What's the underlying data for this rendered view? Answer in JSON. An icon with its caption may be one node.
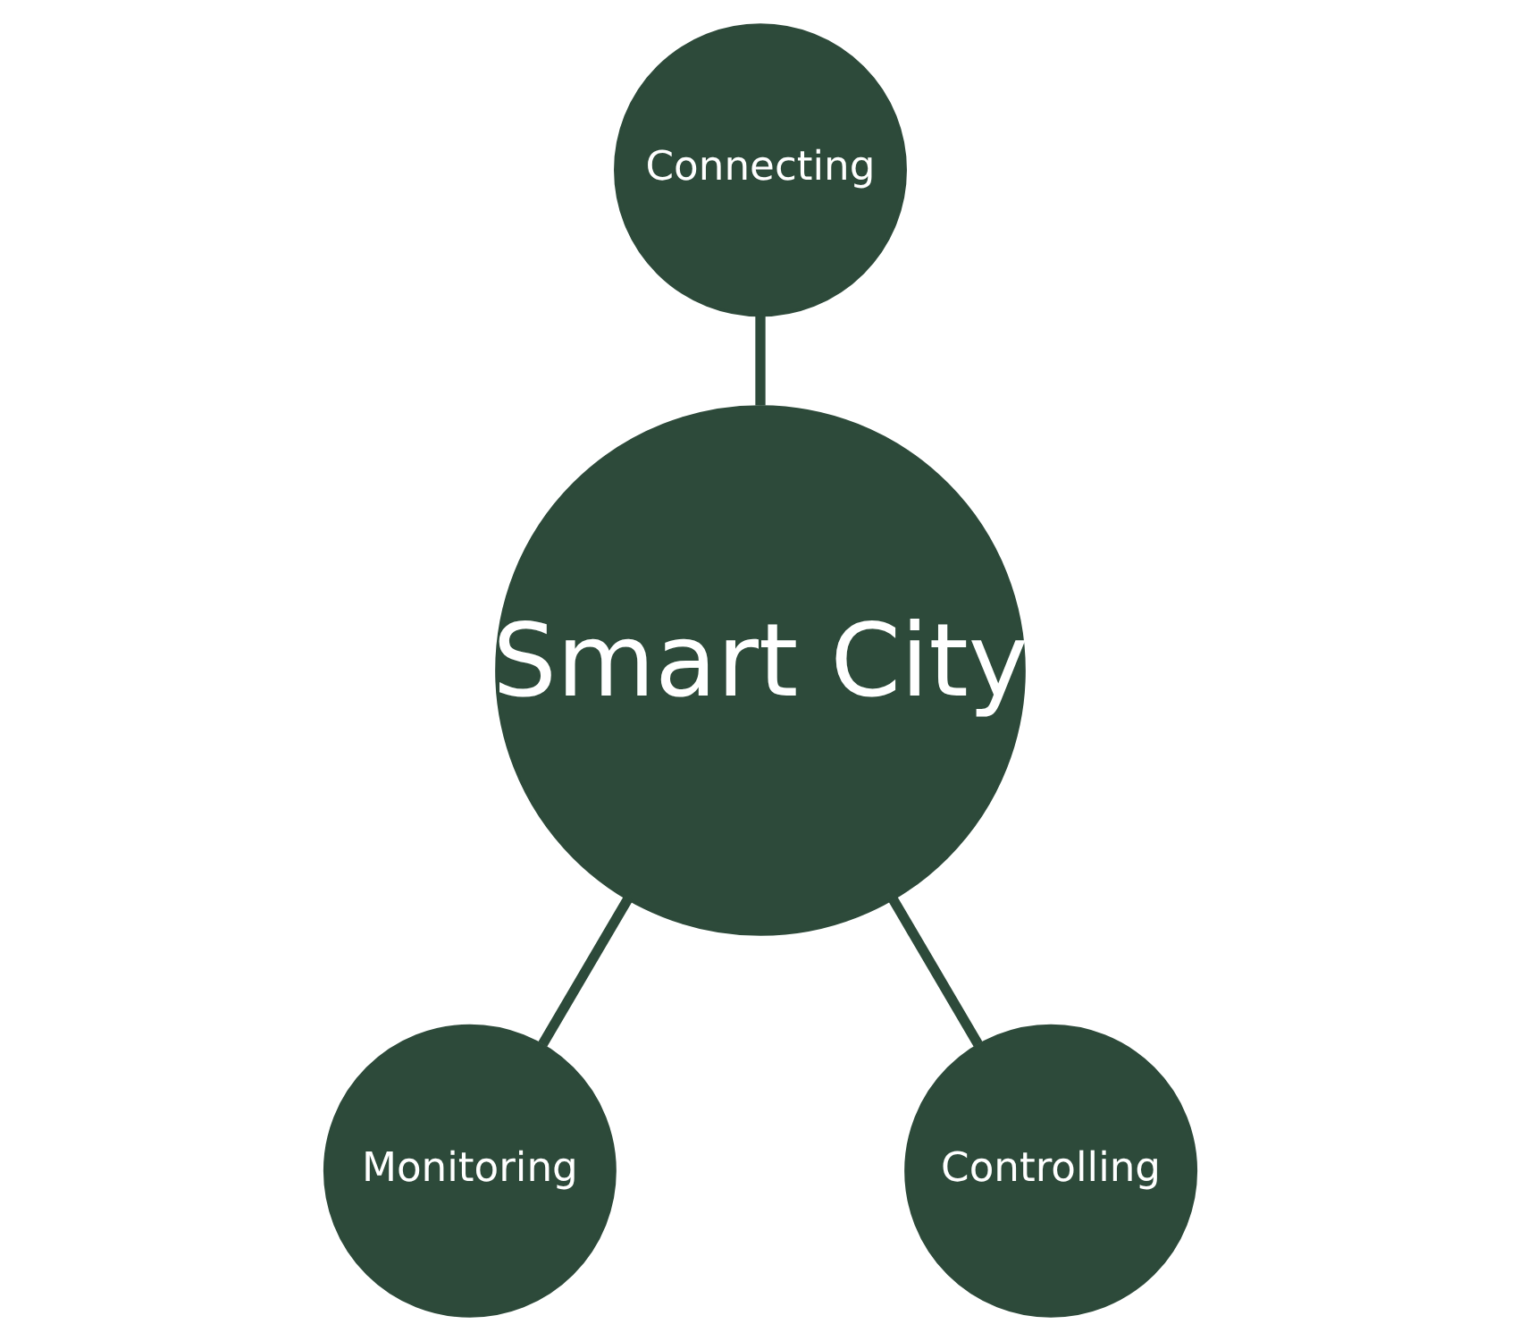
{
  "diagram": {
    "nodes": [
      {
        "text": [
          "Smart City"
        ]
      },
      {
        "text": [
          "Connecting"
        ]
      },
      {
        "text": [
          "Monitoring"
        ]
      },
      {
        "text": [
          "Controlling"
        ]
      }
    ],
    "edges": [
      {
        "from": 1,
        "to": 0,
        "arrow": "none"
      },
      {
        "from": 0,
        "to": 2,
        "arrow": "none"
      },
      {
        "from": 0,
        "to": 3,
        "arrow": "none"
      }
    ]
  }
}
